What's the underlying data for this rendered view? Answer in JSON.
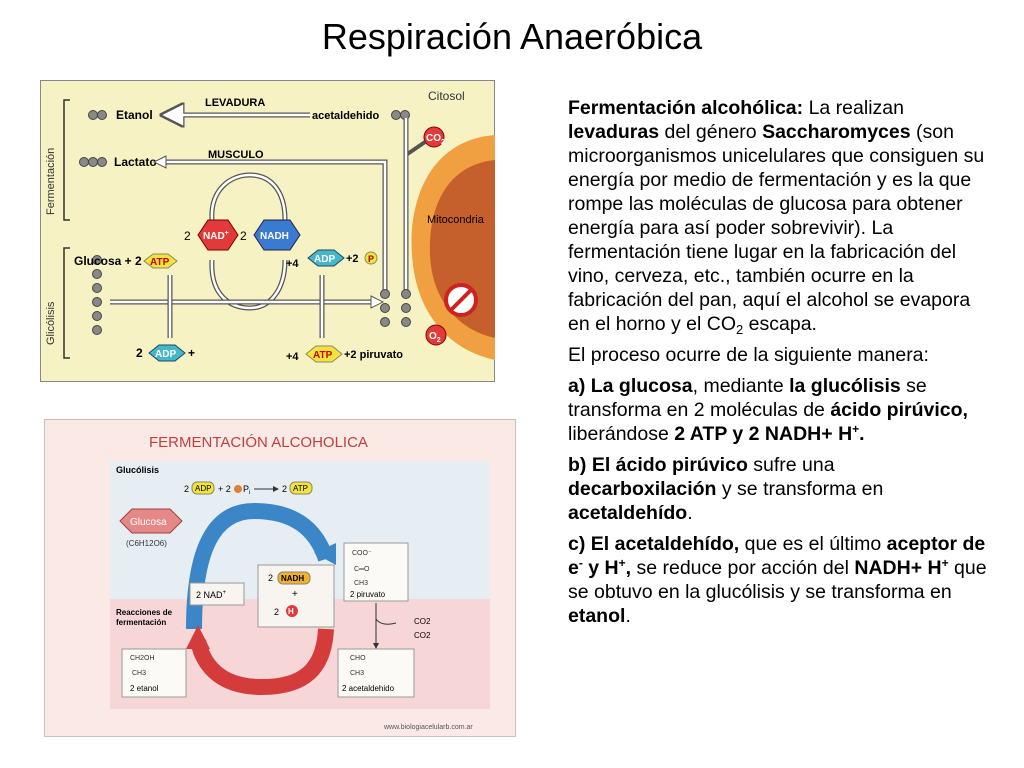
{
  "title": "Respiración Anaeróbica",
  "fig1": {
    "citosol": "Citosol",
    "levadura": "LEVADURA",
    "musculo": "MUSCULO",
    "fermentacion": "Fermentación",
    "glucolisis": "Glicólisis",
    "etanol": "Etanol",
    "acetaldehido": "acetaldehido",
    "lactato": "Lactato",
    "co2": "CO",
    "co2_sub": "2",
    "mitocondria": "Mitocondria",
    "nad": "NAD",
    "nad_sup": "+",
    "nadh": "NADH",
    "two_a": "2",
    "two_b": "2",
    "glucosa": "Glucosa + 2",
    "atp": "ATP",
    "plus4": "+4",
    "adp": "ADP",
    "plus2": "+2",
    "p": "P",
    "two_c": "2",
    "plus": "+",
    "plus4b": "+4",
    "piruvato": "+2 piruvato",
    "o2": "O",
    "o2_sub": "2"
  },
  "fig2": {
    "heading": "FERMENTACIÓN ALCOHOLICA",
    "glucolisis": "Glucólisis",
    "two_adp": "2",
    "adp": "ADP",
    "plus2": "+ 2",
    "pi": "P",
    "pi_sub": "i",
    "two_atp": "2",
    "atp": "ATP",
    "glucosa": "Glucosa",
    "formula": "(C6H12O6)",
    "nadh": "NADH",
    "two_nadh": "2",
    "h": "H",
    "two_h": "2",
    "plus_sign": "+",
    "nad": "2  NAD",
    "nad_sup": "+",
    "coo": "COO⁻",
    "co": "C═O",
    "ch3": "CH3",
    "piruvato": "2 piruvato",
    "reacciones1": "Reacciones de",
    "reacciones2": "fermentación",
    "co2a": "CO2",
    "co2b": "CO2",
    "ch2oh": "CH2OH",
    "ch3b": "CH3",
    "etanol": "2 etanol",
    "cho": "CHO",
    "ch3c": "CH3",
    "acetaldehido": "2 acetaldehido",
    "url": "www.biologiacelularb.com.ar"
  },
  "text": {
    "p1_b1": "Fermentación alcohólica:",
    "p1_t1": " La realizan ",
    "p1_b2": "levaduras",
    "p1_t2": " del género ",
    "p1_b3": "Saccharomyces",
    "p1_t3": " (son microorganismos  unicelulares que consiguen su energía  por medio de fermentación  y es la que rompe las moléculas de glucosa para obtener energía para así poder sobrevivir). La fermentación tiene lugar en la fabricación del vino, cerveza, etc., también ocurre en la fabricación del pan, aquí el alcohol se evapora en el horno y el CO",
    "p1_sub": "2",
    "p1_t4": " escapa.",
    "p2": "El proceso ocurre de la siguiente manera:",
    "p3_b1": "a) La glucosa",
    "p3_t1": ", mediante ",
    "p3_b2": "la glucólisis",
    "p3_t2": " se transforma en 2 moléculas de ",
    "p3_b3": "ácido pirúvico,",
    "p3_t3": " liberándose ",
    "p3_b4": "2 ATP y 2 NADH+ H",
    "p3_sup": "+",
    "p3_b5": ".",
    "p4_b1": "b) El ácido pirúvico",
    "p4_t1": " sufre una ",
    "p4_b2": "decarboxilación",
    "p4_t2": " y se transforma en ",
    "p4_b3": "acetaldehído",
    "p4_t3": ".",
    "p5_b1": "c) El acetaldehído,",
    "p5_t1": " que es el último ",
    "p5_b2": "aceptor de e",
    "p5_sup1": "-",
    "p5_b3": " y H",
    "p5_sup2": "+",
    "p5_b4": ",",
    "p5_t2": " se reduce por acción del ",
    "p5_b5": "NADH+ H",
    "p5_sup3": "+",
    "p5_t3": " que se obtuvo en la glucólisis y se transforma en ",
    "p5_b6": "etanol",
    "p5_t4": "."
  }
}
